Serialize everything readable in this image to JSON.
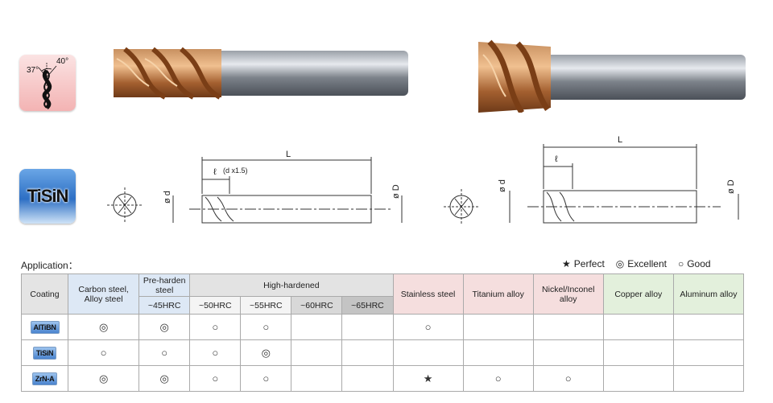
{
  "helix": {
    "angle_a": "37°",
    "angle_b": "40°"
  },
  "coating_badge": "TiSiN",
  "drawing": {
    "left": {
      "L": "L",
      "d": "ø d",
      "l": "ℓ",
      "l_note": "(d x1.5)",
      "D": "ø D"
    },
    "right": {
      "L": "L",
      "d": "ø d",
      "l": "ℓ",
      "D": "ø D"
    }
  },
  "application": {
    "title": "Application：",
    "legend": [
      {
        "symbol": "★",
        "label": "Perfect"
      },
      {
        "symbol": "◎",
        "label": "Excellent"
      },
      {
        "symbol": "○",
        "label": "Good"
      }
    ],
    "headers": {
      "coating": "Coating",
      "carbon": "Carbon steel, Alloy steel",
      "preharden": "Pre-harden steel",
      "preharden_sub": "~45HRC",
      "high": "High-hardened",
      "high_subs": [
        "~50HRC",
        "~55HRC",
        "~60HRC",
        "~65HRC"
      ],
      "stainless": "Stainless steel",
      "titanium": "Titanium alloy",
      "nickel": "Nickel/Inconel alloy",
      "copper": "Copper alloy",
      "aluminum": "Aluminum alloy"
    },
    "rows": [
      {
        "coating": "AlTiBN",
        "cells": [
          "◎",
          "◎",
          "○",
          "○",
          "",
          "",
          "○",
          "",
          "",
          "",
          ""
        ]
      },
      {
        "coating": "TiSiN",
        "cells": [
          "○",
          "○",
          "○",
          "◎",
          "",
          "",
          "",
          "",
          "",
          "",
          ""
        ]
      },
      {
        "coating": "ZrN-A",
        "cells": [
          "◎",
          "◎",
          "○",
          "○",
          "",
          "",
          "★",
          "○",
          "○",
          "",
          ""
        ]
      }
    ]
  }
}
